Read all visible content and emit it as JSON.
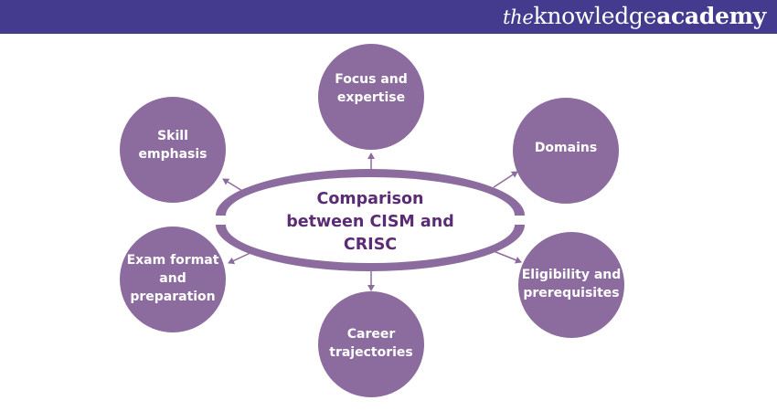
{
  "brand": {
    "logo_the": "the",
    "logo_knowledge": "knowledge",
    "logo_academy": "academy",
    "bar_color": "#443b8f"
  },
  "diagram": {
    "center_label": "Comparison between CISM and CRISC",
    "node_color": "#8c6b9e",
    "ring_color": "#8c6b9e",
    "center_text_color": "#5b2b75",
    "nodes": [
      {
        "label": "Focus and expertise"
      },
      {
        "label": "Domains"
      },
      {
        "label": "Eligibility and prerequisites"
      },
      {
        "label": "Career trajectories"
      },
      {
        "label": "Exam format and preparation"
      },
      {
        "label": "Skill emphasis"
      }
    ]
  }
}
